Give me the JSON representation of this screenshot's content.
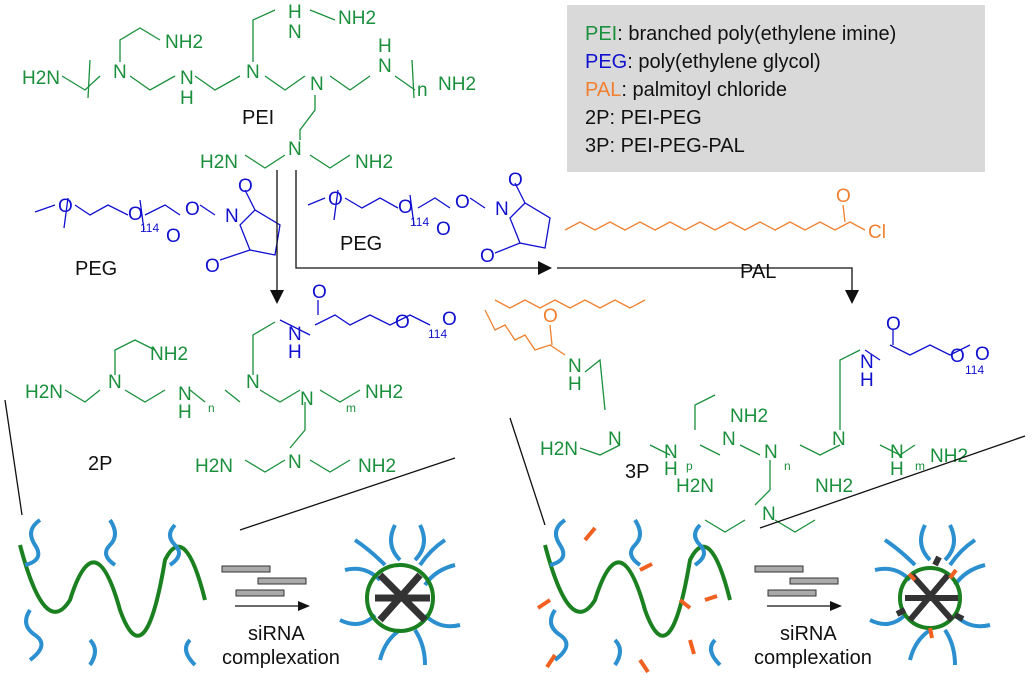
{
  "colors": {
    "pei": "#1a8f3c",
    "peg": "#1010d0",
    "pal": "#f08030",
    "legend_bg": "#d9d9d9",
    "polymer_blue": "#2b8fd0"
  },
  "legend": {
    "pei_abbr": "PEI",
    "pei_desc": ": branched poly(ethylene imine)",
    "peg_abbr": "PEG",
    "peg_desc": ": poly(ethylene glycol)",
    "pal_abbr": "PAL",
    "pal_desc": ": palmitoyl chloride",
    "p2": "2P: PEI-PEG",
    "p3": "3P: PEI-PEG-PAL"
  },
  "labels": {
    "pei": "PEI",
    "peg_left": "PEG",
    "peg_mid": "PEG",
    "pal": "PAL",
    "p2": "2P",
    "p3": "3P",
    "sirna_left": "siRNA",
    "complexation_left": "complexation",
    "sirna_right": "siRNA",
    "complexation_right": "complexation"
  },
  "chem": {
    "nh2": "NH2",
    "h2n": "H2N",
    "n": "N",
    "h": "H",
    "o": "O",
    "cl": "Cl",
    "n_sub": "n",
    "m_sub": "m",
    "p_sub": "p",
    "peg_count": "114"
  }
}
